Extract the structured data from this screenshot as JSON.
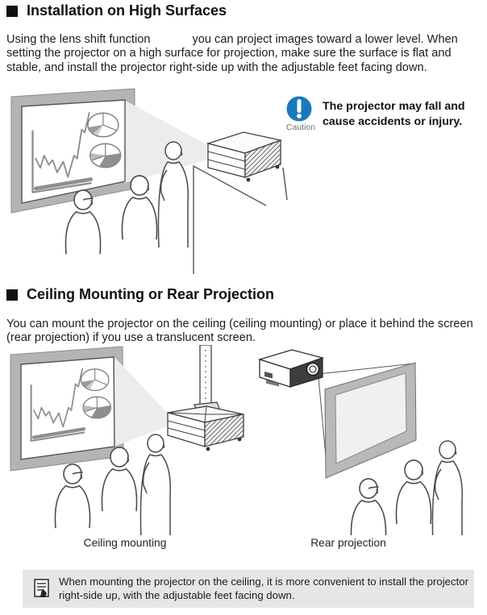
{
  "section_high_surfaces": {
    "heading": "Installation on High Surfaces",
    "body_start": "Using the lens shift function",
    "body_end": "you can project images toward a lower level. When setting the projector on a high surface for projection, make sure the surface is flat and stable, and install the projector right-side up with the adjustable feet facing down.",
    "caution": {
      "label": "Caution",
      "line1": "The projector may fall and",
      "line2": "cause accidents or injury."
    }
  },
  "section_ceiling_rear": {
    "heading": "Ceiling Mounting or Rear Projection",
    "body": "You can mount the projector on the ceiling (ceiling mounting) or place it behind the screen (rear projection) if you use a translucent screen.",
    "captions": {
      "left": "Ceiling mounting",
      "right": "Rear projection"
    }
  },
  "note": {
    "line1": "When mounting the projector on the ceiling, it is more convenient to install the projector",
    "line2": "right-side up, with the adjustable feet facing down."
  },
  "icons": {
    "caution_icon": "exclamation-circle",
    "note_icon": "memo-pencil"
  },
  "colors": {
    "caution_blue": "#187abd",
    "note_background": "#e6e6e6",
    "screen_panel_gray": "#b4b4b4",
    "projection_beam_gray": "#ececec"
  }
}
